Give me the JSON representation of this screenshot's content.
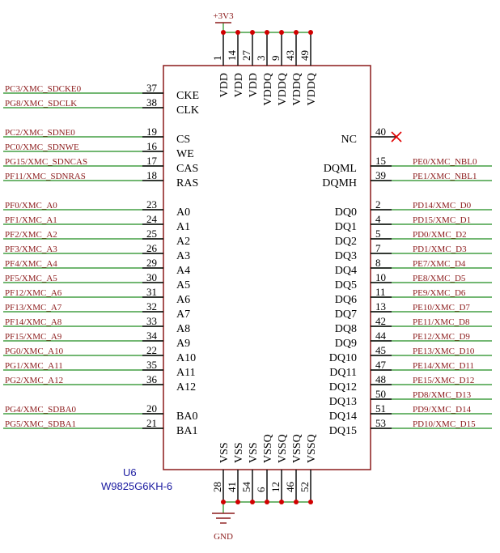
{
  "component": {
    "refdes": "U6",
    "part": "W9825G6KH-6"
  },
  "power": {
    "top_net": "+3V3",
    "bottom_net": "GND"
  },
  "colors": {
    "body_outline": "#8b1a1a",
    "wire": "#1e8c1e",
    "junction": "#d00000",
    "net_text": "#8b1a1a",
    "refdes_text": "#1a1aa0",
    "nc_mark": "#e00000"
  },
  "left_pins": [
    {
      "num": "37",
      "label": "CKE",
      "net": "PC3/XMC_SDCKE0"
    },
    {
      "num": "38",
      "label": "CLK",
      "net": "PG8/XMC_SDCLK"
    },
    {
      "num": "19",
      "label": "CS",
      "net": "PC2/XMC_SDNE0"
    },
    {
      "num": "16",
      "label": "WE",
      "net": "PC0/XMC_SDNWE"
    },
    {
      "num": "17",
      "label": "CAS",
      "net": "PG15/XMC_SDNCAS"
    },
    {
      "num": "18",
      "label": "RAS",
      "net": "PF11/XMC_SDNRAS"
    },
    {
      "num": "23",
      "label": "A0",
      "net": "PF0/XMC_A0"
    },
    {
      "num": "24",
      "label": "A1",
      "net": "PF1/XMC_A1"
    },
    {
      "num": "25",
      "label": "A2",
      "net": "PF2/XMC_A2"
    },
    {
      "num": "26",
      "label": "A3",
      "net": "PF3/XMC_A3"
    },
    {
      "num": "29",
      "label": "A4",
      "net": "PF4/XMC_A4"
    },
    {
      "num": "30",
      "label": "A5",
      "net": "PF5/XMC_A5"
    },
    {
      "num": "31",
      "label": "A6",
      "net": "PF12/XMC_A6"
    },
    {
      "num": "32",
      "label": "A7",
      "net": "PF13/XMC_A7"
    },
    {
      "num": "33",
      "label": "A8",
      "net": "PF14/XMC_A8"
    },
    {
      "num": "34",
      "label": "A9",
      "net": "PF15/XMC_A9"
    },
    {
      "num": "22",
      "label": "A10",
      "net": "PG0/XMC_A10"
    },
    {
      "num": "35",
      "label": "A11",
      "net": "PG1/XMC_A11"
    },
    {
      "num": "36",
      "label": "A12",
      "net": "PG2/XMC_A12"
    },
    {
      "num": "20",
      "label": "BA0",
      "net": "PG4/XMC_SDBA0"
    },
    {
      "num": "21",
      "label": "BA1",
      "net": "PG5/XMC_SDBA1"
    }
  ],
  "right_pins": [
    {
      "num": "40",
      "label": "NC",
      "net": ""
    },
    {
      "num": "15",
      "label": "DQML",
      "net": "PE0/XMC_NBL0"
    },
    {
      "num": "39",
      "label": "DQMH",
      "net": "PE1/XMC_NBL1"
    },
    {
      "num": "2",
      "label": "DQ0",
      "net": "PD14/XMC_D0"
    },
    {
      "num": "4",
      "label": "DQ1",
      "net": "PD15/XMC_D1"
    },
    {
      "num": "5",
      "label": "DQ2",
      "net": "PD0/XMC_D2"
    },
    {
      "num": "7",
      "label": "DQ3",
      "net": "PD1/XMC_D3"
    },
    {
      "num": "8",
      "label": "DQ4",
      "net": "PE7/XMC_D4"
    },
    {
      "num": "10",
      "label": "DQ5",
      "net": "PE8/XMC_D5"
    },
    {
      "num": "11",
      "label": "DQ6",
      "net": "PE9/XMC_D6"
    },
    {
      "num": "13",
      "label": "DQ7",
      "net": "PE10/XMC_D7"
    },
    {
      "num": "42",
      "label": "DQ8",
      "net": "PE11/XMC_D8"
    },
    {
      "num": "44",
      "label": "DQ9",
      "net": "PE12/XMC_D9"
    },
    {
      "num": "45",
      "label": "DQ10",
      "net": "PE13/XMC_D10"
    },
    {
      "num": "47",
      "label": "DQ11",
      "net": "PE14/XMC_D11"
    },
    {
      "num": "48",
      "label": "DQ12",
      "net": "PE15/XMC_D12"
    },
    {
      "num": "50",
      "label": "DQ13",
      "net": "PD8/XMC_D13"
    },
    {
      "num": "51",
      "label": "DQ14",
      "net": "PD9/XMC_D14"
    },
    {
      "num": "53",
      "label": "DQ15",
      "net": "PD10/XMC_D15"
    }
  ],
  "top_pins": [
    {
      "num": "1",
      "label": "VDD"
    },
    {
      "num": "14",
      "label": "VDD"
    },
    {
      "num": "27",
      "label": "VDD"
    },
    {
      "num": "3",
      "label": "VDDQ"
    },
    {
      "num": "9",
      "label": "VDDQ"
    },
    {
      "num": "43",
      "label": "VDDQ"
    },
    {
      "num": "49",
      "label": "VDDQ"
    }
  ],
  "bottom_pins": [
    {
      "num": "28",
      "label": "VSS"
    },
    {
      "num": "41",
      "label": "VSS"
    },
    {
      "num": "54",
      "label": "VSS"
    },
    {
      "num": "6",
      "label": "VSSQ"
    },
    {
      "num": "12",
      "label": "VSSQ"
    },
    {
      "num": "46",
      "label": "VSSQ"
    },
    {
      "num": "52",
      "label": "VSSQ"
    }
  ]
}
